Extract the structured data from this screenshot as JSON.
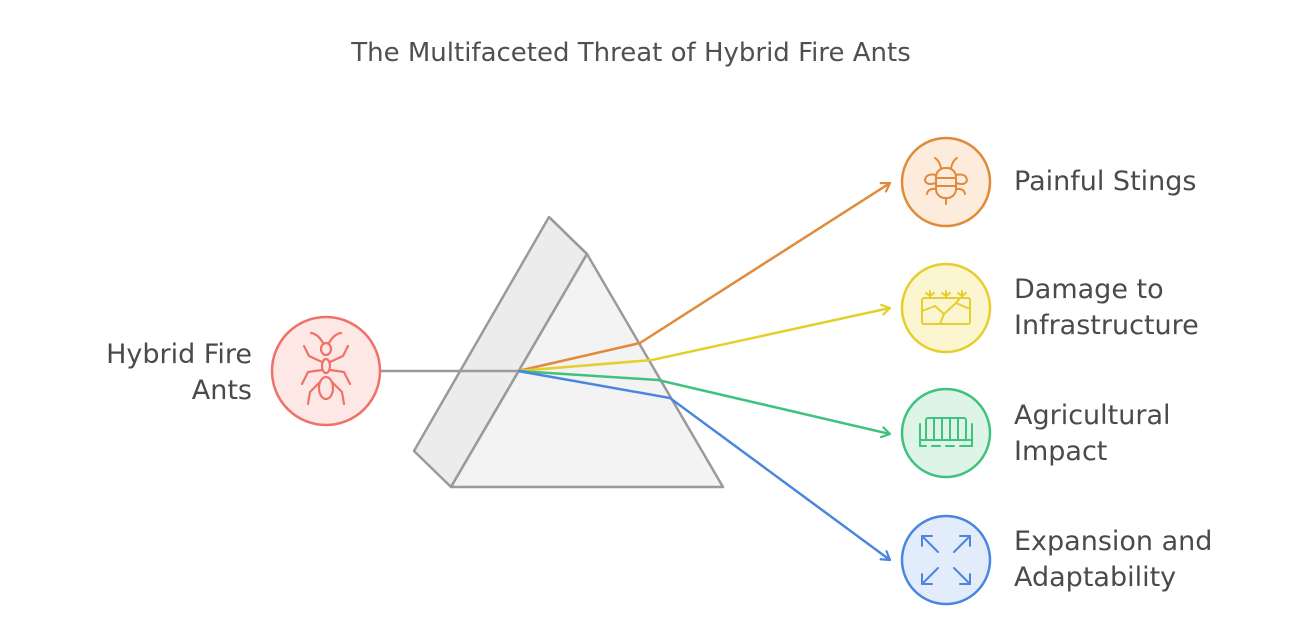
{
  "title": "The Multifaceted Threat of Hybrid Fire Ants",
  "source": {
    "line1": "Hybrid Fire",
    "line2": "Ants",
    "icon": "ant-icon",
    "color": "#f07167",
    "fill": "#fde8e6"
  },
  "outcomes": [
    {
      "line1": "Painful Stings",
      "line2": "",
      "icon": "bug-icon",
      "color": "#e08a3a",
      "fill": "#fdebdc"
    },
    {
      "line1": "Damage to",
      "line2": "Infrastructure",
      "icon": "cracked-ground-icon",
      "color": "#e5cf2e",
      "fill": "#fbf6cf"
    },
    {
      "line1": "Agricultural",
      "line2": "Impact",
      "icon": "farm-fence-icon",
      "color": "#3fc27e",
      "fill": "#ddf4e6"
    },
    {
      "line1": "Expansion and",
      "line2": "Adaptability",
      "icon": "expand-arrows-icon",
      "color": "#4a86e0",
      "fill": "#e3ecfa"
    }
  ]
}
